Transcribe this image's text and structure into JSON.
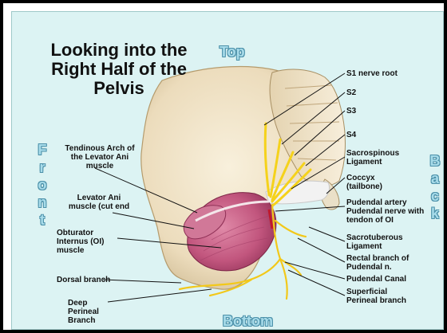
{
  "title": "Looking into the Right Half of the Pelvis",
  "directions": {
    "top": "Top",
    "bottom": "Bottom",
    "front": [
      "F",
      "r",
      "o",
      "n",
      "t"
    ],
    "back": [
      "B",
      "a",
      "c",
      "k"
    ]
  },
  "labels": {
    "s1_nerve_root": "S1 nerve root",
    "s2": "S2",
    "s3": "S3",
    "s4": "S4",
    "sacrospinous_ligament": "Sacrospinous Ligament",
    "coccyx": "Coccyx (tailbone)",
    "pudendal_artery_nerve": "Pudendal artery Pudendal nerve with tendon of OI",
    "sacrotuberous_ligament": "Sacrotuberous Ligament",
    "rectal_branch": "Rectal branch of Pudendal n.",
    "pudendal_canal": "Pudendal Canal",
    "superficial_perineal": "Superficial Perineal branch",
    "tendinous_arch": "Tendinous Arch of the Levator Ani muscle",
    "levator_ani": "Levator Ani muscle (cut end",
    "obturator_internus": "Obturator Internus (OI) muscle",
    "dorsal_branch": "Dorsal branch",
    "deep_perineal": "Deep Perineal Branch"
  },
  "colors": {
    "background": "#dcf3f3",
    "bone": "#efe3c8",
    "muscle": "#c2567e",
    "nerve": "#f5d21b",
    "direction_text": "#a8dcea"
  }
}
